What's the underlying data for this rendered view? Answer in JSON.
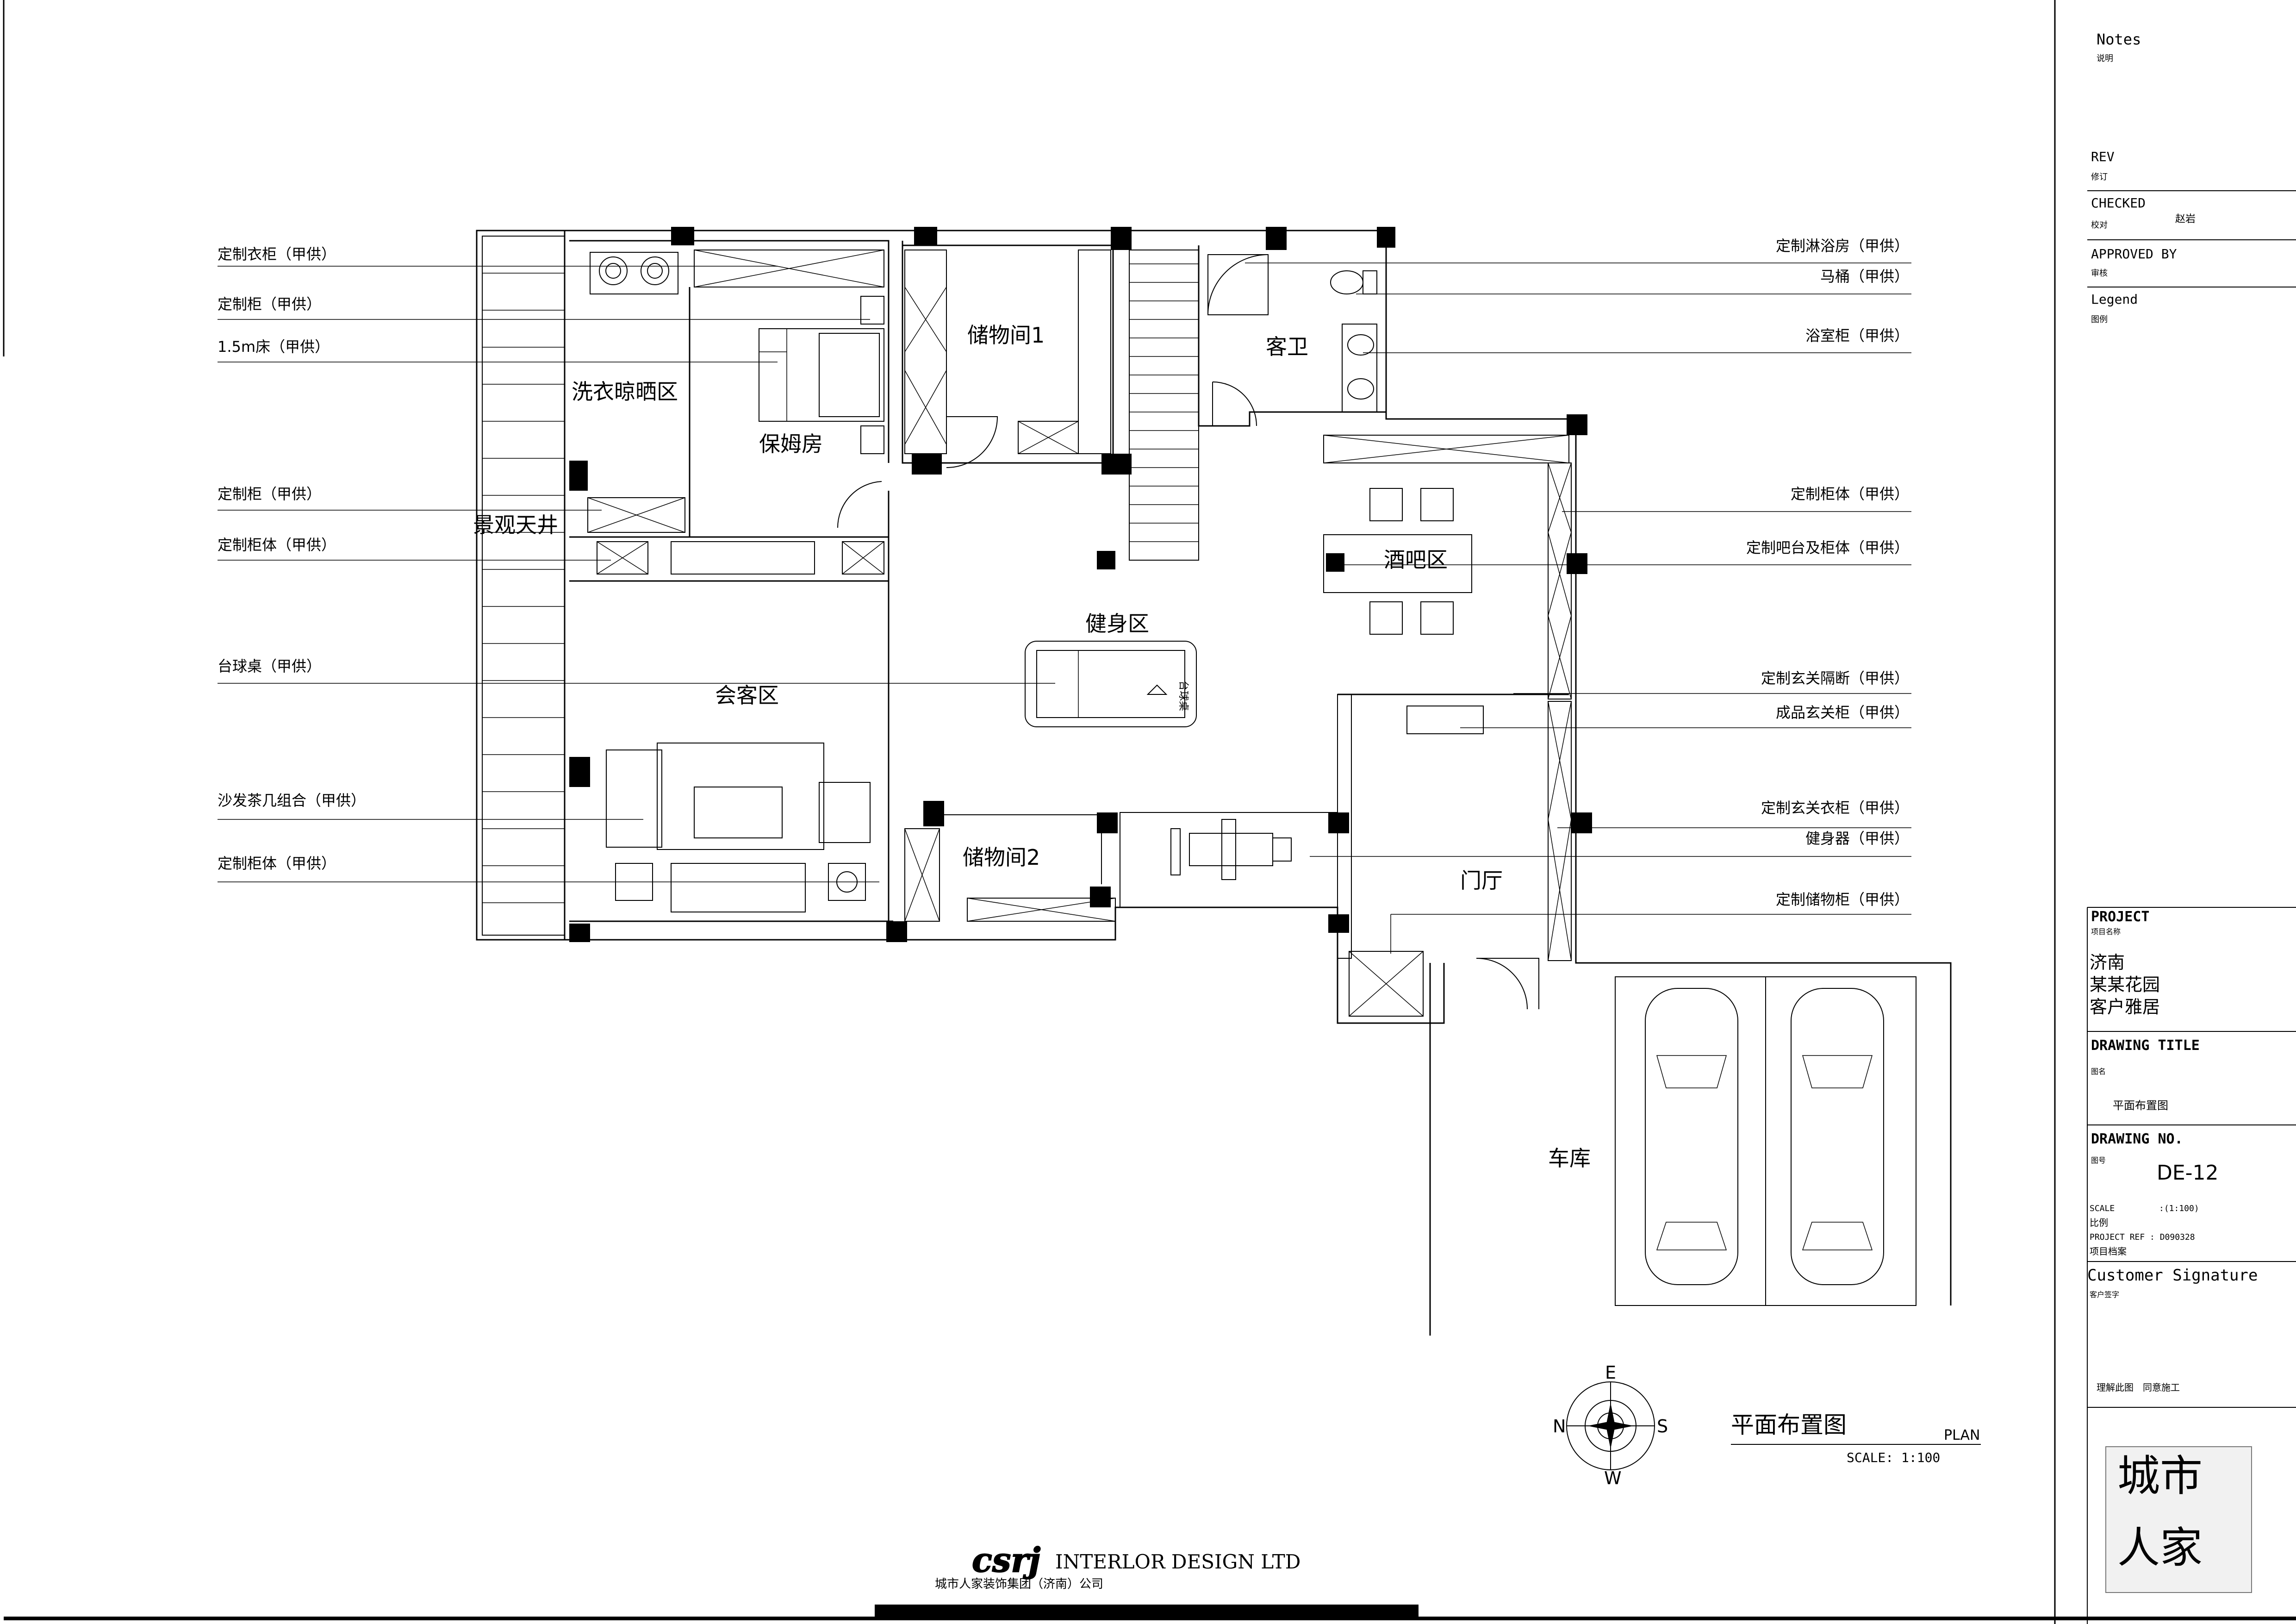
{
  "rooms": {
    "laundry": "洗衣晾晒区",
    "nanny": "保姆房",
    "storage1": "储物间1",
    "guest_bath": "客卫",
    "landscape_well": "景观天井",
    "bar": "酒吧区",
    "fitness": "健身区",
    "reception": "会客区",
    "storage2": "储物间2",
    "foyer": "门厅",
    "garage": "车库",
    "billiard_mark": "台球桌"
  },
  "callouts_left": [
    "定制衣柜（甲供）",
    "定制柜（甲供）",
    "1.5m床（甲供）",
    "定制柜（甲供）",
    "定制柜体（甲供）",
    "台球桌（甲供）",
    "沙发茶几组合（甲供）",
    "定制柜体（甲供）"
  ],
  "callouts_right": [
    "定制淋浴房（甲供）",
    "马桶（甲供）",
    "浴室柜（甲供）",
    "定制柜体（甲供）",
    "定制吧台及柜体（甲供）",
    "定制玄关隔断（甲供）",
    "成品玄关柜（甲供）",
    "定制玄关衣柜（甲供）",
    "健身器（甲供）",
    "定制储物柜（甲供）"
  ],
  "compass": {
    "north": "N",
    "south": "S",
    "east": "E",
    "west": "W"
  },
  "plan_title": {
    "cn": "平面布置图",
    "en": "PLAN",
    "scale": "SCALE:  1:100"
  },
  "footer": {
    "logo": "csrj",
    "company_en": "INTERLOR DESIGN LTD",
    "company_cn": "城市人家装饰集团（济南）公司"
  },
  "title_block": {
    "notes": "Notes",
    "notes_cn": "说明",
    "rev": "REV",
    "rev_cn": "修订",
    "checked": "CHECKED",
    "checked_cn": "校对",
    "checked_sig": "赵岩",
    "approved": "APPROVED BY",
    "approved_cn": "审核",
    "legend": "Legend",
    "legend_cn": "图例",
    "project": "PROJECT",
    "project_cn": "项目名称",
    "project_lines": [
      "济南",
      "某某花园",
      "客户雅居"
    ],
    "drawing_title": "DRAWING TITLE",
    "drawing_title_cn": "图名",
    "drawing_title_value": "平面布置图",
    "drawing_no": "DRAWING NO.",
    "drawing_no_cn": "图号",
    "drawing_no_value": "DE-12",
    "scale": "SCALE",
    "scale_value": ":(1:100)",
    "scale_cn": "比例",
    "project_ref": "PROJECT REF : D090328",
    "project_ref_cn": "项目档案",
    "customer_signature": "Customer Signature",
    "customer_signature_cn": "客户签字",
    "agreement": "理解此图　同意施工",
    "stamp_lines": [
      "城市",
      "人家"
    ]
  }
}
